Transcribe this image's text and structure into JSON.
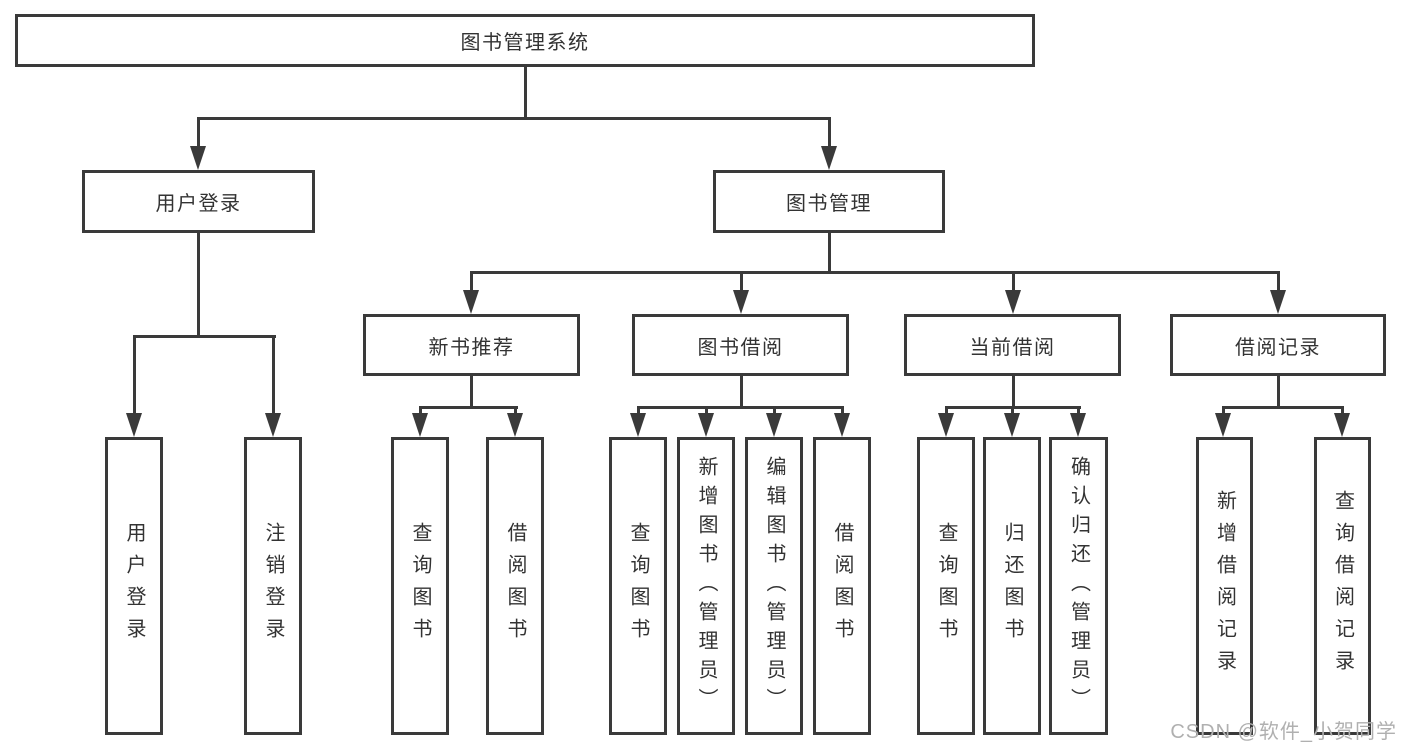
{
  "diagram": {
    "watermark": "CSDN @软件_小贺同学",
    "colors": {
      "line": "#3a3a3a",
      "text": "#333333",
      "box_bg": "#ffffff",
      "page_bg": "#ffffff",
      "watermark": "#b0b0b0"
    },
    "root": {
      "label": "图书管理系统",
      "children": [
        {
          "label": "用户登录",
          "children": [
            {
              "label": "用户登录"
            },
            {
              "label": "注销登录"
            }
          ]
        },
        {
          "label": "图书管理",
          "children": [
            {
              "label": "新书推荐",
              "children": [
                {
                  "label": "查询图书"
                },
                {
                  "label": "借阅图书"
                }
              ]
            },
            {
              "label": "图书借阅",
              "children": [
                {
                  "label": "查询图书"
                },
                {
                  "label": "新增图书（管理员）"
                },
                {
                  "label": "编辑图书（管理员）"
                },
                {
                  "label": "借阅图书"
                }
              ]
            },
            {
              "label": "当前借阅",
              "children": [
                {
                  "label": "查询图书"
                },
                {
                  "label": "归还图书"
                },
                {
                  "label": "确认归还（管理员）"
                }
              ]
            },
            {
              "label": "借阅记录",
              "children": [
                {
                  "label": "新增借阅记录"
                },
                {
                  "label": "查询借阅记录"
                }
              ]
            }
          ]
        }
      ]
    }
  }
}
